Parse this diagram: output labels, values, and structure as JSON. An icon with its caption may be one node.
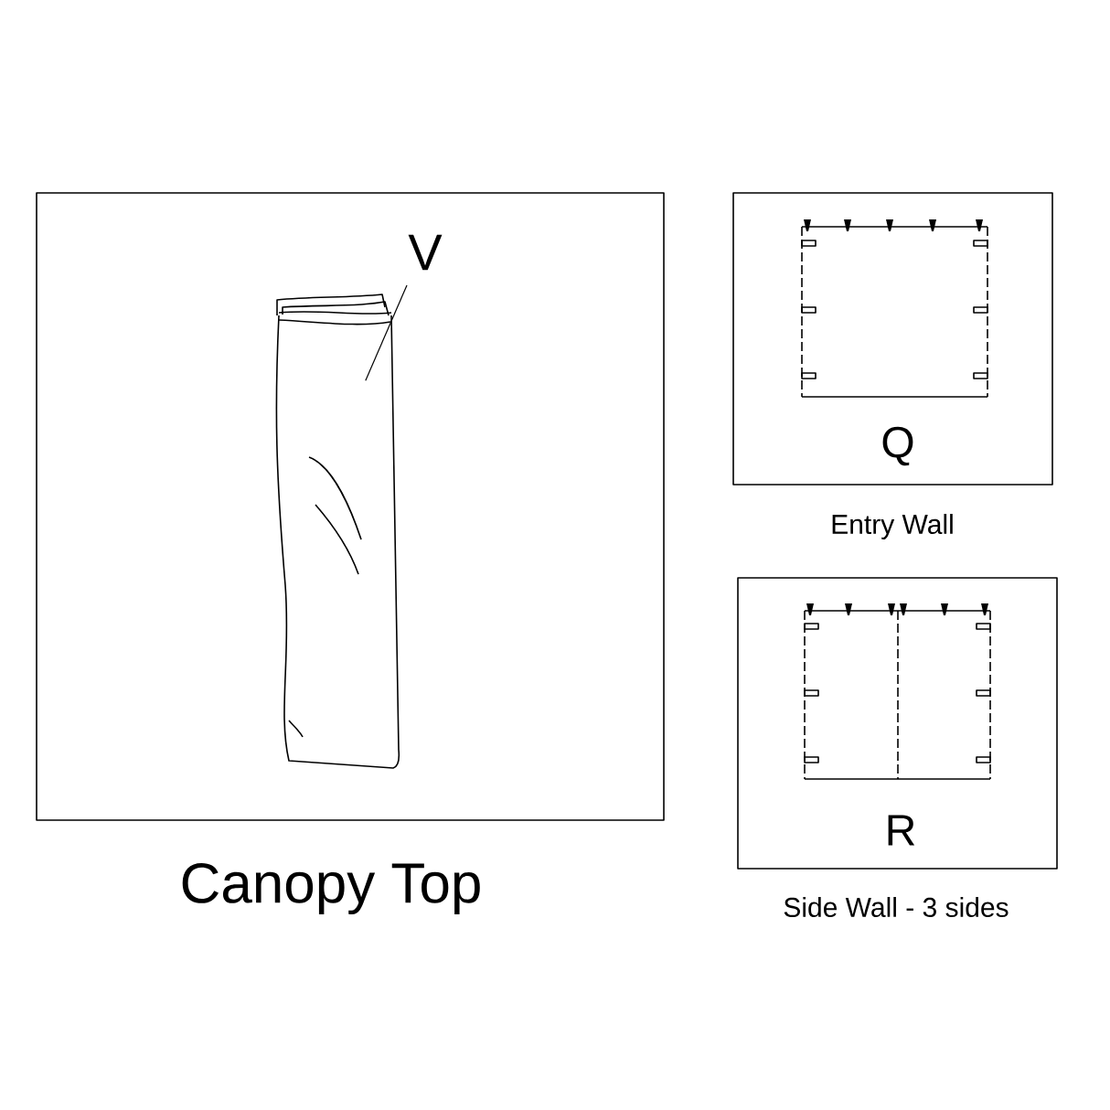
{
  "diagram": {
    "nodes": [
      {
        "text": [
          "Canopy Top"
        ]
      },
      {
        "text": [
          "V"
        ],
        "in": 0
      },
      {
        "text": [],
        "shape": "picture",
        "in": 0
      },
      {
        "text": [
          "Q",
          "Entry Wall"
        ]
      },
      {
        "text": [
          "R",
          "Side Wall - 3 sides"
        ]
      }
    ],
    "edges": [
      {
        "from": 1,
        "to": 2,
        "arrow": "none"
      }
    ]
  }
}
